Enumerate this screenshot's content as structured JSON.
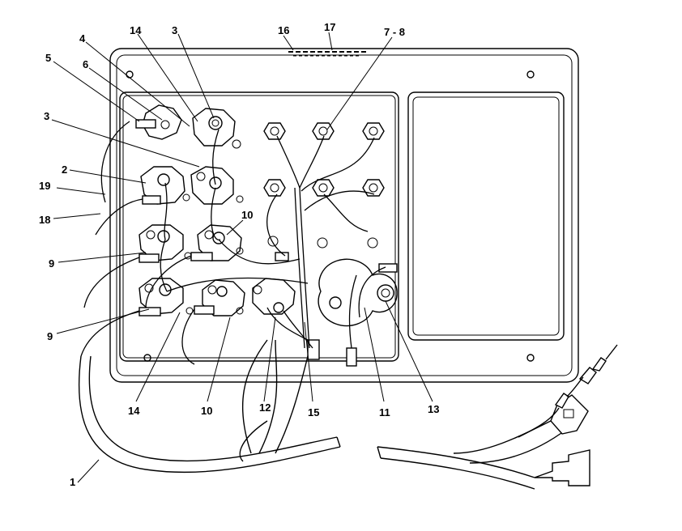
{
  "callouts": [
    {
      "id": "c16",
      "text": "16"
    },
    {
      "id": "c17",
      "text": "17"
    },
    {
      "id": "c7-8",
      "text": "7 - 8"
    },
    {
      "id": "c14a",
      "text": "14"
    },
    {
      "id": "c3a",
      "text": "3"
    },
    {
      "id": "c4",
      "text": "4"
    },
    {
      "id": "c5",
      "text": "5"
    },
    {
      "id": "c6",
      "text": "6"
    },
    {
      "id": "c3b",
      "text": "3"
    },
    {
      "id": "c2",
      "text": "2"
    },
    {
      "id": "c19",
      "text": "19"
    },
    {
      "id": "c18",
      "text": "18"
    },
    {
      "id": "c10a",
      "text": "10"
    },
    {
      "id": "c9a",
      "text": "9"
    },
    {
      "id": "c9b",
      "text": "9"
    },
    {
      "id": "c14b",
      "text": "14"
    },
    {
      "id": "c10b",
      "text": "10"
    },
    {
      "id": "c12",
      "text": "12"
    },
    {
      "id": "c15",
      "text": "15"
    },
    {
      "id": "c11",
      "text": "11"
    },
    {
      "id": "c13",
      "text": "13"
    },
    {
      "id": "c1",
      "text": "1"
    }
  ]
}
